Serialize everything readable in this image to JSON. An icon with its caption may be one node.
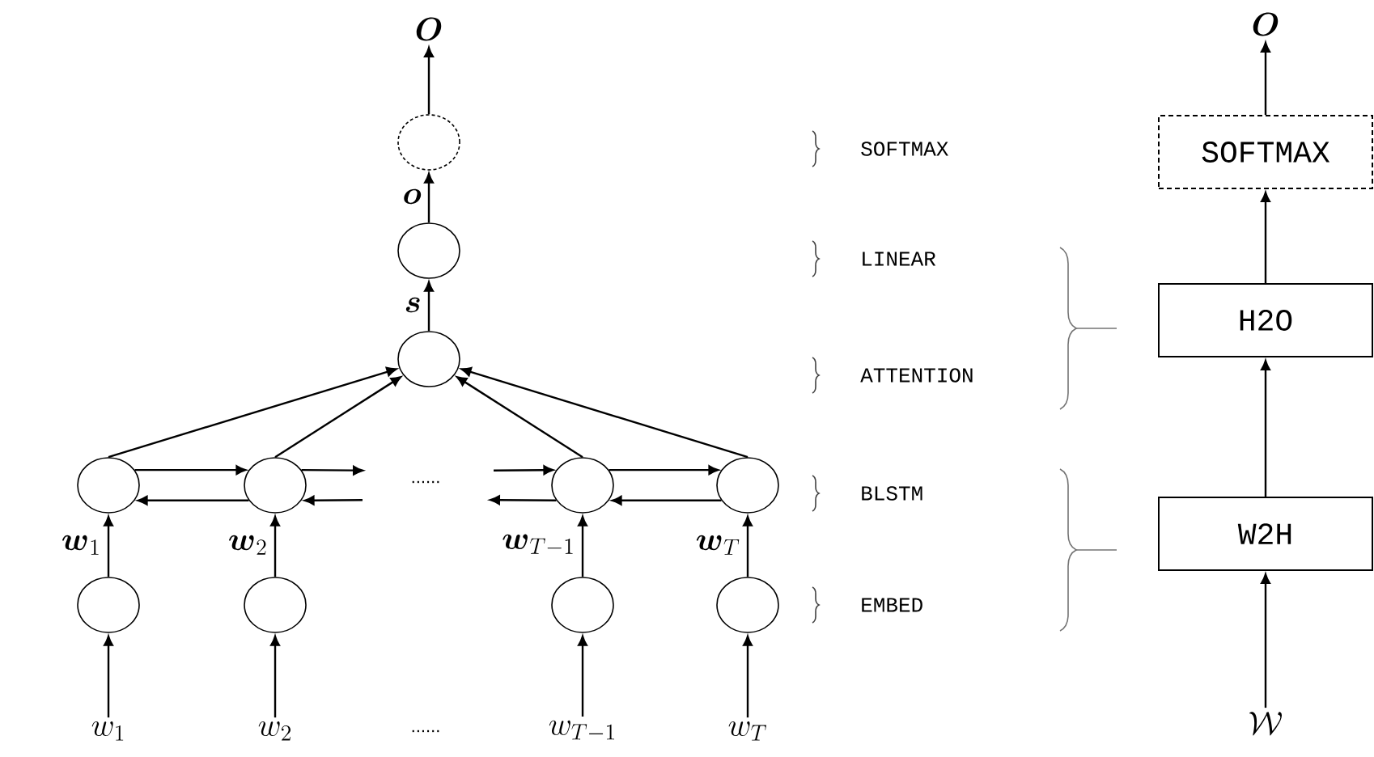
{
  "diagram": {
    "nodes": [
      {
        "text": [
          "\\boldsymbol{O}"
        ]
      },
      {
        "text": [],
        "shape": "circle"
      },
      {
        "text": [],
        "shape": "circle"
      },
      {
        "text": [],
        "shape": "circle"
      },
      {
        "text": [],
        "shape": "circle"
      },
      {
        "text": [],
        "shape": "circle"
      },
      {
        "text": [],
        "shape": "circle"
      },
      {
        "text": [],
        "shape": "circle"
      },
      {
        "text": [],
        "shape": "circle"
      },
      {
        "text": [],
        "shape": "circle"
      },
      {
        "text": [],
        "shape": "circle"
      },
      {
        "text": [],
        "shape": "circle"
      },
      {
        "text": [
          "w_{1}"
        ]
      },
      {
        "text": [
          "w_{2}"
        ]
      },
      {
        "text": [
          "w_{T-1}"
        ]
      },
      {
        "text": [
          "w_{T}"
        ]
      },
      {
        "text": [
          "\\boldsymbol{O}"
        ]
      },
      {
        "text": [
          "SOFTMAX"
        ]
      },
      {
        "text": [
          "H2O"
        ]
      },
      {
        "text": [
          "W2H"
        ]
      },
      {
        "text": [
          "\\mathcal{W}"
        ]
      }
    ],
    "edges": [
      {
        "from": 1,
        "to": 0,
        "arrow": "to"
      },
      {
        "from": 2,
        "to": 1,
        "arrow": "to",
        "label": "\\boldsymbol{o}"
      },
      {
        "from": 3,
        "to": 2,
        "arrow": "to",
        "label": "\\boldsymbol{s}"
      },
      {
        "from": 4,
        "to": 3,
        "arrow": "to"
      },
      {
        "from": 5,
        "to": 3,
        "arrow": "to"
      },
      {
        "from": 6,
        "to": 3,
        "arrow": "to"
      },
      {
        "from": 7,
        "to": 3,
        "arrow": "to"
      },
      {
        "from": 4,
        "to": 5,
        "arrow": "to"
      },
      {
        "from": 5,
        "to": 4,
        "arrow": "to"
      },
      {
        "from": 5,
        "to": null,
        "arrow": "to"
      },
      {
        "from": null,
        "to": 5,
        "arrow": "to"
      },
      {
        "from": null,
        "to": 6,
        "arrow": "to"
      },
      {
        "from": 6,
        "to": null,
        "arrow": "to"
      },
      {
        "from": 6,
        "to": 7,
        "arrow": "to"
      },
      {
        "from": 7,
        "to": 6,
        "arrow": "to"
      },
      {
        "from": 8,
        "to": 4,
        "arrow": "to",
        "label": "\\boldsymbol{w}_{1}"
      },
      {
        "from": 9,
        "to": 5,
        "arrow": "to",
        "label": "\\boldsymbol{w}_{2}"
      },
      {
        "from": 10,
        "to": 6,
        "arrow": "to",
        "label": "\\boldsymbol{w}_{T-1}"
      },
      {
        "from": 11,
        "to": 7,
        "arrow": "to",
        "label": "\\boldsymbol{w}_{T}"
      },
      {
        "from": 12,
        "to": 8,
        "arrow": "to"
      },
      {
        "from": 13,
        "to": 9,
        "arrow": "to"
      },
      {
        "from": 14,
        "to": 10,
        "arrow": "to"
      },
      {
        "from": 15,
        "to": 11,
        "arrow": "to"
      },
      {
        "from": 20,
        "to": 19,
        "arrow": "to"
      },
      {
        "from": 19,
        "to": 18,
        "arrow": "to"
      },
      {
        "from": 18,
        "to": 17,
        "arrow": "to"
      },
      {
        "from": 17,
        "to": 16,
        "arrow": "to"
      }
    ],
    "labels": [
      "SOFTMAX",
      "LINEAR",
      "ATTENTION",
      "......",
      "BLSTM",
      "EMBED",
      "......"
    ]
  }
}
